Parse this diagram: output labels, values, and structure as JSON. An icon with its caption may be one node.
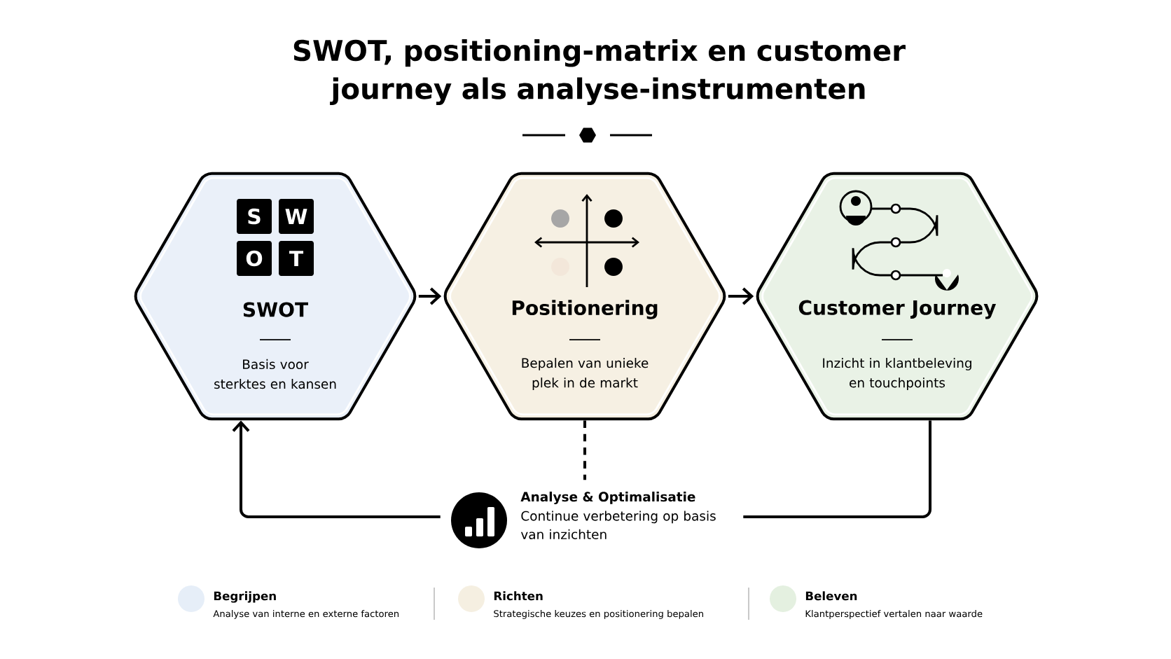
{
  "diagram": {
    "title": "SWOT, positioning-matrix en customer journey als analyse-instrumenten",
    "nodes": [
      {
        "text": [
          "SWOT",
          "Basis voor sterktes en kansen"
        ]
      },
      {
        "text": [
          "Positionering",
          "Bepalen van unieke plek in de markt"
        ]
      },
      {
        "text": [
          "Customer Journey",
          "Inzicht in klantbeleving en touchpoints"
        ]
      },
      {
        "text": [
          "Analyse & Optimalisatie",
          "Continue verbetering op basis van inzichten"
        ]
      }
    ],
    "edges": [
      {
        "from": 0,
        "to": 1,
        "arrow": "to"
      },
      {
        "from": 1,
        "to": 2,
        "arrow": "to"
      },
      {
        "from": 1,
        "to": 3,
        "arrow": "none",
        "style": "dashed"
      },
      {
        "from": 2,
        "to": 3,
        "arrow": "none"
      },
      {
        "from": 3,
        "to": 0,
        "arrow": "to"
      }
    ],
    "labels": [
      "S",
      "W",
      "O",
      "T",
      "Analyse van interne en externe factoren",
      "Strategische keuzes en positionering bepalen",
      "Klantperspectief vertalen naar waarde"
    ],
    "legend": [
      {
        "text": "Begrijpen",
        "color": "#e6eef8"
      },
      {
        "text": "Richten",
        "color": "#f5efe1"
      },
      {
        "text": "Beleven",
        "color": "#e4f0e0"
      }
    ]
  }
}
